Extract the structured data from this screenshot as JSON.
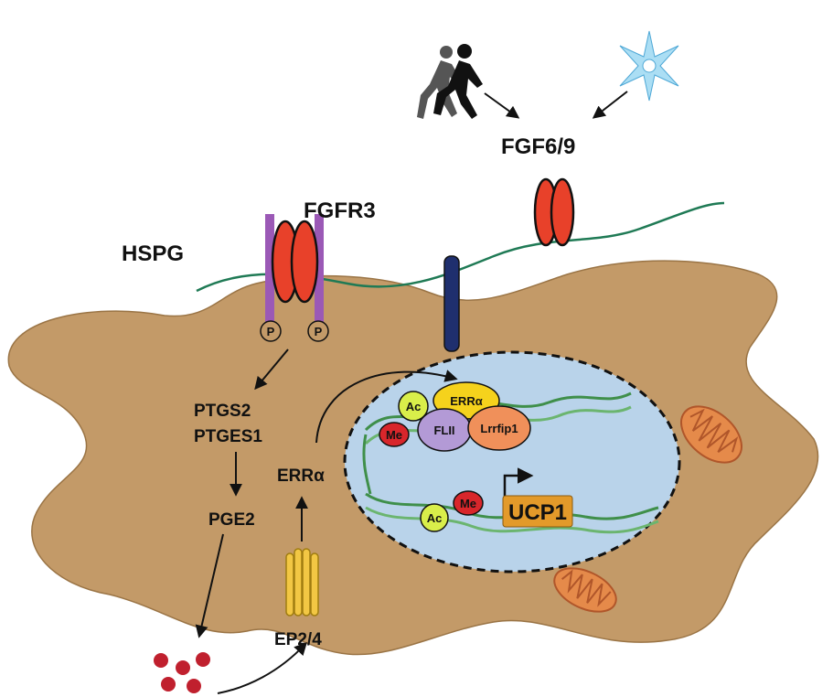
{
  "labels": {
    "ligand": "FGF6/9",
    "receptor": "FGFR3",
    "hspg": "HSPG",
    "phospho": "P",
    "enzymes_1": "PTGS2",
    "enzymes_2": "PTGES1",
    "pge2": "PGE2",
    "err_cyto": "ERRα",
    "ep": "EP2/4",
    "ac": "Ac",
    "me": "Me",
    "erra_nuc": "ERRα",
    "flii": "FLII",
    "lrrfip1": "Lrrfip1",
    "ucp1": "UCP1"
  },
  "colors": {
    "cell": "#c39a68",
    "nucleus": "#b9d3ea",
    "receptor": "#e8412a",
    "hspg": "#9b59b6",
    "membrane_line": "#1f7a55",
    "dna": "#3f8f4a",
    "ep_receptor": "#f2c744",
    "prostaglandin": "#c0202e",
    "ucp1_box": "#e39a2a",
    "ac": "#d9ee4a",
    "me": "#d8262b",
    "erra_nuc": "#f5d21c",
    "flii": "#b39ad6",
    "lrrfip1": "#f0905a",
    "snowflake": "#8fd3f0",
    "navy_receptor": "#1f2f6e"
  },
  "icons": [
    "runners-icon",
    "snowflake-icon",
    "mitochondrion-icon"
  ]
}
